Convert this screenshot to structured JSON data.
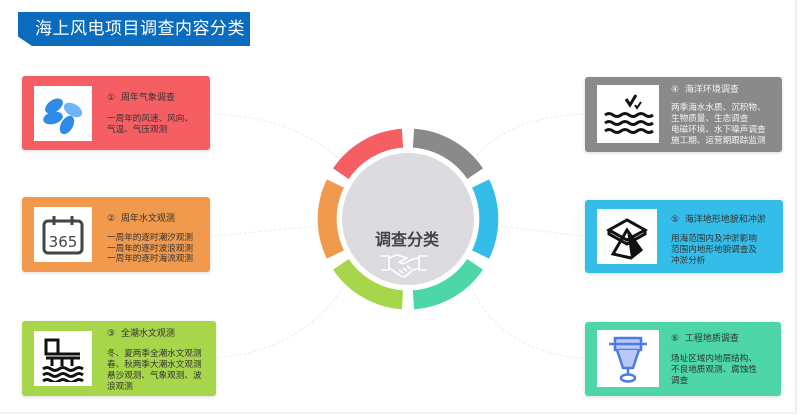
{
  "title": "海上风电项目调查内容分类",
  "center": {
    "label": "调查分类",
    "icon": "handshake-icon"
  },
  "colors": {
    "title_bg": "#0b6bbd",
    "red": "#f55f63",
    "orange": "#f19a4d",
    "lime": "#a8d64a",
    "gray": "#8a8a8a",
    "blue": "#34bde8",
    "teal": "#4dd6a8",
    "center_bg": "#dcdce0"
  },
  "cards": [
    {
      "num": "①",
      "title": "周年气象调查",
      "desc": [
        "一周年的风速、风向、",
        "气温、气压观测"
      ],
      "icon": "wind-turbine-icon"
    },
    {
      "num": "②",
      "title": "周年水文观测",
      "desc": [
        "一周年的逐时潮汐观测",
        "一周年的逐时波浪观测",
        "一周年的逐时海流观测"
      ],
      "icon": "calendar-365-icon"
    },
    {
      "num": "③",
      "title": "全潮水文观测",
      "desc": [
        "冬、夏两季全潮水文观测",
        "春、秋两季大潮水文观测",
        "悬沙观测、气象观测、波",
        "浪观测"
      ],
      "icon": "pier-waves-icon"
    },
    {
      "num": "④",
      "title": "海洋环境调查",
      "desc": [
        "两季海水水质、沉积物、",
        "生物质量、生态调查",
        "电磁环境、水下噪声调查",
        "施工期、运营期跟踪监测"
      ],
      "icon": "seagulls-waves-icon"
    },
    {
      "num": "⑤",
      "title": "海洋地形地貌和冲淤",
      "desc": [
        "用海范围内及冲淤影响",
        "范围内地形地貌调查及",
        "冲淤分析"
      ],
      "icon": "terrain-pyramid-icon"
    },
    {
      "num": "⑥",
      "title": "工程地质调查",
      "desc": [
        "场址区域内地层结构、",
        "不良地质观测、腐蚀性",
        "调查"
      ],
      "icon": "drill-funnel-icon"
    }
  ]
}
